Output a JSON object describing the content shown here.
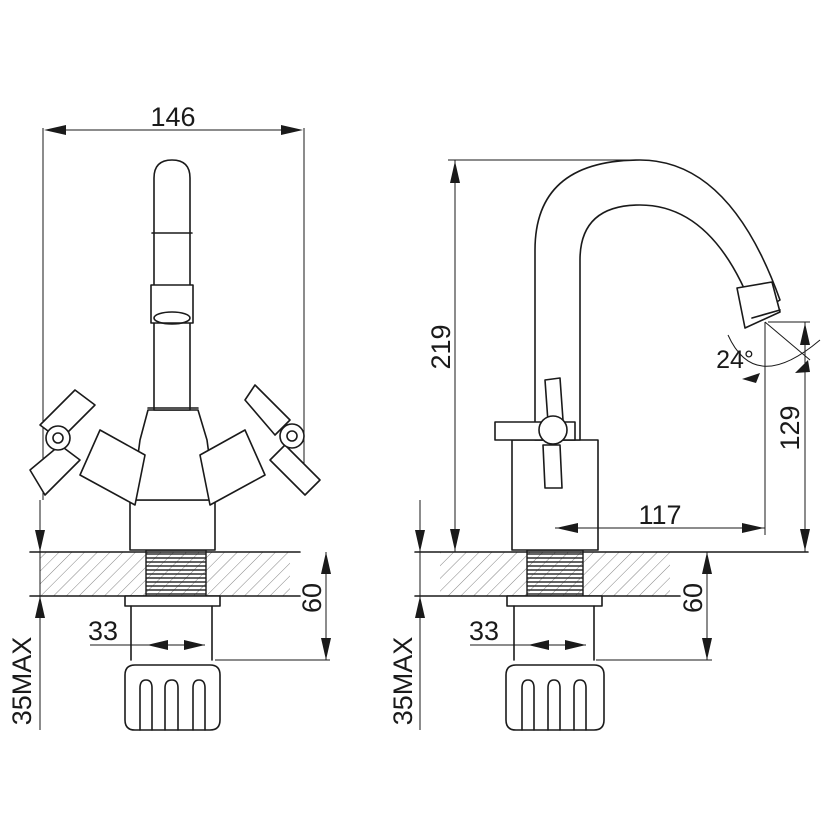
{
  "front_view": {
    "total_width": "146",
    "nut_diameter": "33",
    "thread_height": "60",
    "counter_max": "35MAX"
  },
  "side_view": {
    "total_height": "219",
    "spout_reach": "117",
    "spout_height": "129",
    "spout_angle": "24°",
    "nut_diameter": "33",
    "thread_height": "60",
    "counter_max": "35MAX"
  }
}
